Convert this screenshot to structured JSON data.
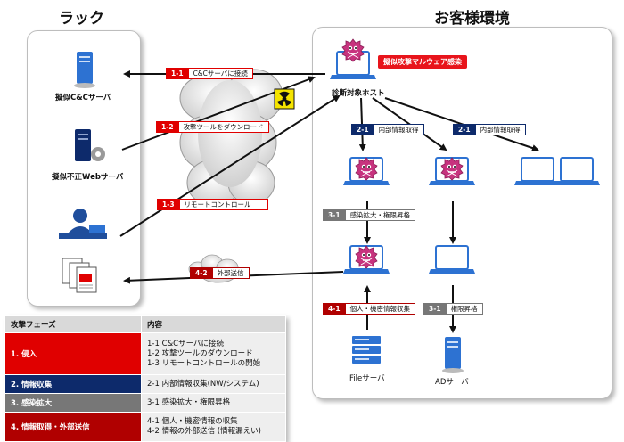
{
  "titles": {
    "rack": "ラック",
    "customer": "お客様環境"
  },
  "nodes": {
    "cc_server": "擬似C&Cサーバ",
    "web_server": "擬似不正Webサーバ",
    "target_host": "診断対象ホスト",
    "file_server": "Fileサーバ",
    "ad_server": "ADサーバ"
  },
  "malware_label": "擬似攻撃マルウェア感染",
  "edges": {
    "e1_1": {
      "num": "1-1",
      "text": "C&Cサーバに接続"
    },
    "e1_2": {
      "num": "1-2",
      "text": "攻撃ツールをダウンロード"
    },
    "e1_3": {
      "num": "1-3",
      "text": "リモートコントロール"
    },
    "e2_1a": {
      "num": "2-1",
      "text": "内部情報取得"
    },
    "e2_1b": {
      "num": "2-1",
      "text": "内部情報取得"
    },
    "e3_1a": {
      "num": "3-1",
      "text": "感染拡大・権限昇格"
    },
    "e3_1b": {
      "num": "3-1",
      "text": "権限昇格"
    },
    "e4_1": {
      "num": "4-1",
      "text": "個人・機密情報収集"
    },
    "e4_2": {
      "num": "4-2",
      "text": "外部送信"
    }
  },
  "table": {
    "headers": [
      "攻撃フェーズ",
      "内容"
    ],
    "rows": [
      {
        "phase": "1. 侵入",
        "lines": [
          "1-1 C&Cサーバに接続",
          "1-2 攻撃ツールのダウンロード",
          "1-3 リモートコントロールの開始"
        ]
      },
      {
        "phase": "2. 情報収集",
        "lines": [
          "2-1 内部情報収集(NW/システム)"
        ]
      },
      {
        "phase": "3. 感染拡大",
        "lines": [
          "3-1 感染拡大・権限昇格"
        ]
      },
      {
        "phase": "4. 情報取得・外部送信",
        "lines": [
          "4-1 個人・機密情報の収集",
          "4-2 情報の外部送信 (情報漏えい)"
        ]
      }
    ]
  },
  "colors": {
    "phase1": "#e00000",
    "phase2": "#0d2a6b",
    "phase3": "#777777",
    "phase4": "#b00000",
    "pc_blue": "#2d72d2",
    "malware_pink": "#c7337e"
  }
}
